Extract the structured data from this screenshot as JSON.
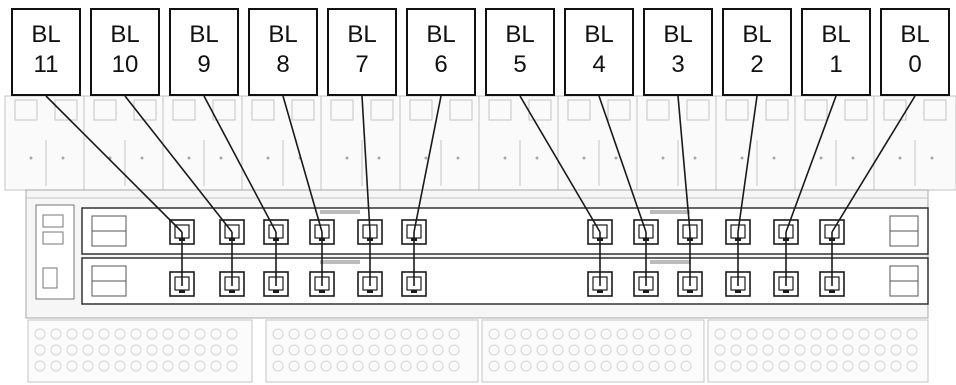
{
  "diagram": {
    "labels": [
      {
        "line1": "BL",
        "line2": "11"
      },
      {
        "line1": "BL",
        "line2": "10"
      },
      {
        "line1": "BL",
        "line2": "9"
      },
      {
        "line1": "BL",
        "line2": "8"
      },
      {
        "line1": "BL",
        "line2": "7"
      },
      {
        "line1": "BL",
        "line2": "6"
      },
      {
        "line1": "BL",
        "line2": "5"
      },
      {
        "line1": "BL",
        "line2": "4"
      },
      {
        "line1": "BL",
        "line2": "3"
      },
      {
        "line1": "BL",
        "line2": "2"
      },
      {
        "line1": "BL",
        "line2": "1"
      },
      {
        "line1": "BL",
        "line2": "0"
      }
    ]
  }
}
